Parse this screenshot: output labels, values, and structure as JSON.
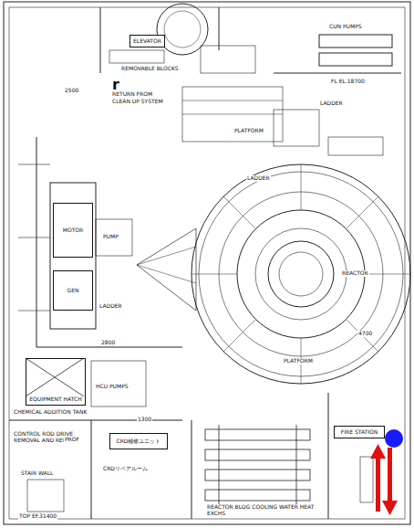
{
  "diagram": {
    "nodes": [
      {
        "text": [
          "ELEVATOR"
        ]
      },
      {
        "text": [
          "MOTOR"
        ]
      },
      {
        "text": [
          "GEN"
        ]
      },
      {
        "text": [
          "EQUIPMENT HATCH"
        ]
      },
      {
        "text": [
          "CRD補修ユニット"
        ]
      },
      {
        "text": [
          "FIRE STATION"
        ]
      }
    ],
    "edges": [],
    "labels": [
      "r",
      "CUN PUMPS",
      "REMOVABLE BLOCKS",
      "RETURN FROM",
      "CLEAN UP SYSTEM",
      "LADDER",
      "LADDER",
      "LADDER",
      "PLATFORM",
      "PLATFORM",
      "REACTOR",
      "PUMP",
      "HCU PUMPS",
      "CHEMICAL ADDITION TANK",
      "REACTOR BLDG COOLING WATER HEAT EXCHS",
      "CONTROL ROD DRIVE REMOVAL AND REPAIR",
      "CRDリペアルーム",
      "STAIR WALL",
      "TOP EF.31400",
      "PROF",
      "FL EL.18700",
      "2500",
      "4700",
      "2800",
      "1300"
    ]
  }
}
